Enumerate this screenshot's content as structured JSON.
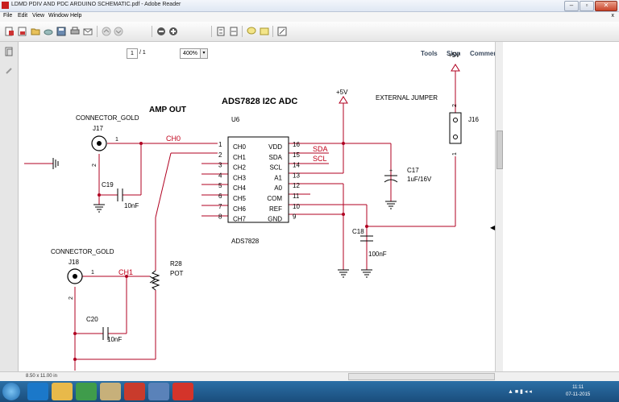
{
  "window": {
    "title": "LDMD PDIV AND PDC ARDUINO SCHEMATIC.pdf - Adobe Reader"
  },
  "menu": {
    "file": "File",
    "edit": "Edit",
    "view": "View",
    "window": "Window",
    "help": "Help",
    "close": "x"
  },
  "toolbar": {
    "page_current": "1",
    "page_total": "/ 1",
    "zoom": "400%",
    "tools": "Tools",
    "sign": "Sign",
    "comment": "Comment"
  },
  "schematic": {
    "title": "ADS7828 I2C ADC",
    "amp_out": "AMP OUT",
    "u6_ref": "U6",
    "u6_part": "ADS7828",
    "left_pins": [
      {
        "num": "1",
        "name": "CH0"
      },
      {
        "num": "2",
        "name": "CH1"
      },
      {
        "num": "3",
        "name": "CH2"
      },
      {
        "num": "4",
        "name": "CH3"
      },
      {
        "num": "5",
        "name": "CH4"
      },
      {
        "num": "6",
        "name": "CH5"
      },
      {
        "num": "7",
        "name": "CH6"
      },
      {
        "num": "8",
        "name": "CH7"
      }
    ],
    "right_pins": [
      {
        "num": "16",
        "name": "VDD"
      },
      {
        "num": "15",
        "name": "SDA"
      },
      {
        "num": "14",
        "name": "SCL"
      },
      {
        "num": "13",
        "name": "A1"
      },
      {
        "num": "12",
        "name": "A0"
      },
      {
        "num": "11",
        "name": "COM"
      },
      {
        "num": "10",
        "name": "REF"
      },
      {
        "num": "9",
        "name": "GND"
      }
    ],
    "net_ch0": "CH0",
    "net_ch1": "CH1",
    "net_sda": "SDA",
    "net_scl": "SCL",
    "j17": {
      "type": "CONNECTOR_GOLD",
      "ref": "J17",
      "pin1": "1",
      "pin2": "2"
    },
    "j18": {
      "type": "CONNECTOR_GOLD",
      "ref": "J18",
      "pin1": "1",
      "pin2": "2"
    },
    "j16": {
      "label": "EXTERNAL JUMPER",
      "ref": "J16",
      "pin1": "1",
      "pin2": "2"
    },
    "c19": {
      "ref": "C19",
      "value": "10nF"
    },
    "c20": {
      "ref": "C20",
      "value": "10nF"
    },
    "c17": {
      "ref": "C17",
      "value": "1uF/16V"
    },
    "c18": {
      "ref": "C18",
      "value": "100nF"
    },
    "r28": {
      "ref": "R28",
      "value": "POT"
    },
    "vcc_mid": "+5V",
    "vcc_right": "+5V"
  },
  "status": {
    "page_size": "8.50 x 11.00 in"
  },
  "taskbar": {
    "time": "11:11",
    "date": "07-11-2015"
  },
  "colors": {
    "wire": "#b00020",
    "net_label": "#c0001a",
    "ink": "#000000",
    "taskbar": "#1f5a8e"
  }
}
